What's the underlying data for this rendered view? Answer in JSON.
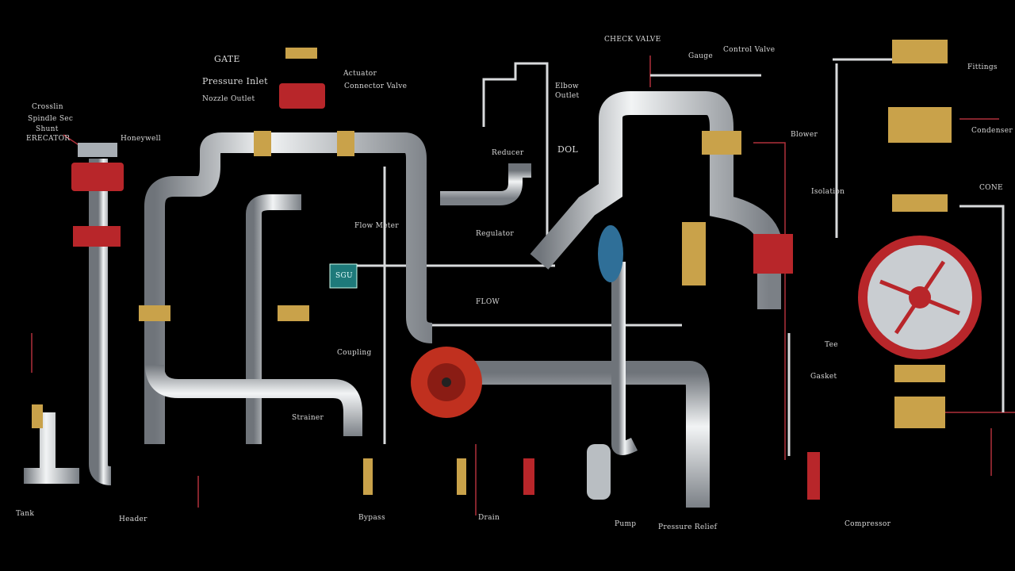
{
  "title": "Piping system diagram",
  "colors": {
    "pipe": "#c9cdd1",
    "pipe_shadow": "#7d8288",
    "flange_red": "#b8262a",
    "brass": "#c9a24a",
    "leader_red": "#c0303a",
    "background": "#000000"
  },
  "labels": [
    {
      "text": "Crosslin"
    },
    {
      "text": "Spindle Sec"
    },
    {
      "text": "Shunt"
    },
    {
      "text": "ERECATOR"
    },
    {
      "text": "Honeywell"
    },
    {
      "text": "GATE"
    },
    {
      "text": "Pressure Inlet"
    },
    {
      "text": "Nozzle Outlet"
    },
    {
      "text": "Actuator"
    },
    {
      "text": "Connector Valve"
    },
    {
      "text": "DOL"
    },
    {
      "text": "CHECK VALVE"
    },
    {
      "text": "Gauge"
    },
    {
      "text": "Control Valve"
    },
    {
      "text": "Elbow"
    },
    {
      "text": "Outlet"
    },
    {
      "text": "Reducer"
    },
    {
      "text": "Flow Meter"
    },
    {
      "text": "Regulator"
    },
    {
      "text": "FLOW"
    },
    {
      "text": "Coupling"
    },
    {
      "text": "Strainer"
    },
    {
      "text": "Pump"
    },
    {
      "text": "Drain"
    },
    {
      "text": "Header"
    },
    {
      "text": "Bypass"
    },
    {
      "text": "Pressure Relief"
    },
    {
      "text": "Compressor"
    },
    {
      "text": "Gasket"
    },
    {
      "text": "Tee"
    },
    {
      "text": "Blower"
    },
    {
      "text": "Isolation"
    },
    {
      "text": "Fittings"
    },
    {
      "text": "Condenser"
    },
    {
      "text": "Tank"
    },
    {
      "text": "CONE"
    }
  ],
  "badge": {
    "text": "SGU"
  }
}
